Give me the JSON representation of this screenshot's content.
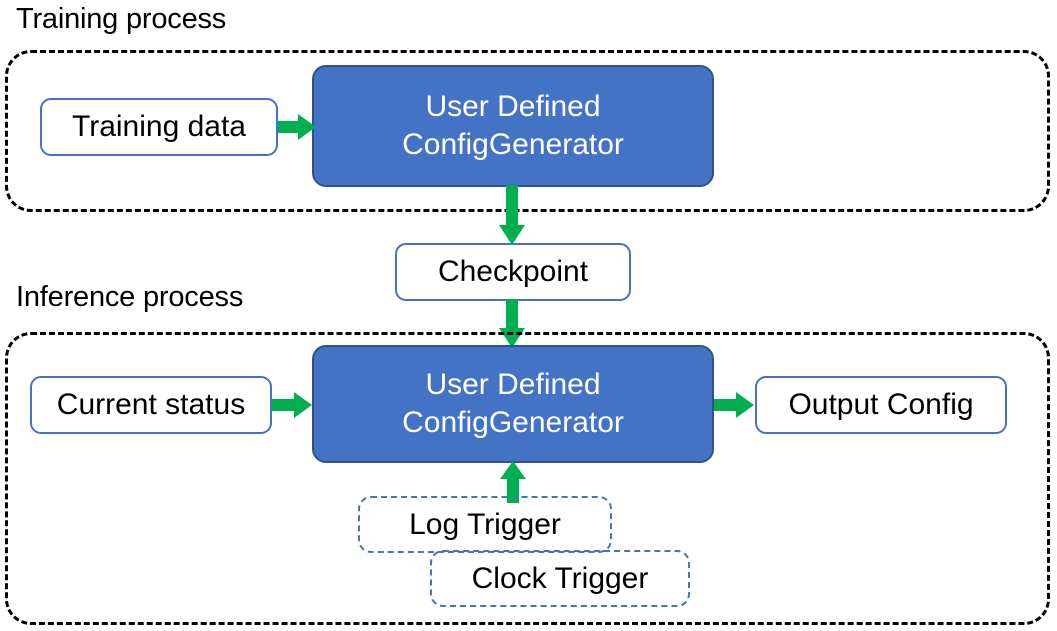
{
  "diagram": {
    "title_training": "Training process",
    "title_inference": "Inference process",
    "colors": {
      "process_fill": "#4472C4",
      "process_stroke": "#2F528F",
      "io_stroke": "#4472C4",
      "arrow": "#00B050",
      "container_stroke": "#000000",
      "text_dark": "#000000",
      "text_light": "#FFFFFF"
    }
  },
  "training": {
    "label": "Training process",
    "input_box": "Training data",
    "process_line1": "User Defined",
    "process_line2": "ConfigGenerator"
  },
  "checkpoint": {
    "label": "Checkpoint"
  },
  "inference": {
    "label": "Inference process",
    "input_box": "Current status",
    "process_line1": "User Defined",
    "process_line2": "ConfigGenerator",
    "output_box": "Output Config",
    "triggers": [
      {
        "label": "Log Trigger"
      },
      {
        "label": "Clock Trigger"
      }
    ]
  },
  "arrows": [
    {
      "name": "training-data-to-process",
      "direction": "right"
    },
    {
      "name": "process-to-checkpoint",
      "direction": "down"
    },
    {
      "name": "checkpoint-to-inference-process",
      "direction": "down"
    },
    {
      "name": "current-status-to-process",
      "direction": "right"
    },
    {
      "name": "process-to-output-config",
      "direction": "right"
    },
    {
      "name": "triggers-to-process",
      "direction": "up"
    }
  ]
}
